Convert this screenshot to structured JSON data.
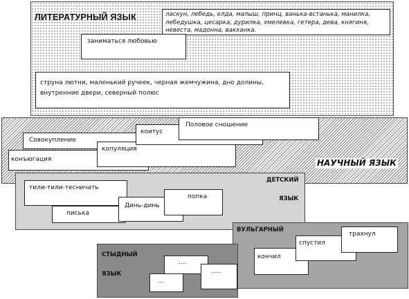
{
  "zones": {
    "literary": {
      "title": "ЛИТЕРАТУРНЫЙ ЯЗЫК",
      "words_box": "ласкун, лебедь, елда, малыш, принц, ванька-встанька, манилка, лебедушка, цесарка, дурилка, хмелевка, гетера, дева, княгиня, невеста, мадонна, вакханка.",
      "love_box": "заниматься любовью",
      "metaphor_box": "струна лютни, маленький ручеек, черная жемчужина, дно долины, внутренние двери, северный полюс"
    },
    "scientific": {
      "title": "НАУЧНЫЙ ЯЗЫК",
      "terms": [
        "Совокупление",
        "конъюгация",
        "копуляция",
        "коитус",
        "Половое сношение"
      ]
    },
    "children": {
      "title_line1": "ДЕТСКИЙ",
      "title_line2": "ЯЗЫК",
      "words": [
        "тили-тили-тесничать",
        "писька",
        "Динь-динь",
        "попка"
      ]
    },
    "vulgar": {
      "title": "ВУЛЬГАРНЫЙ",
      "words": [
        "кончил",
        "спустил",
        "трахнул"
      ]
    },
    "shameful": {
      "title_line1": "СТЫДНЫЙ",
      "title_line2": "ЯЗЫК",
      "words": [
        "....",
        "...",
        "....."
      ]
    }
  }
}
